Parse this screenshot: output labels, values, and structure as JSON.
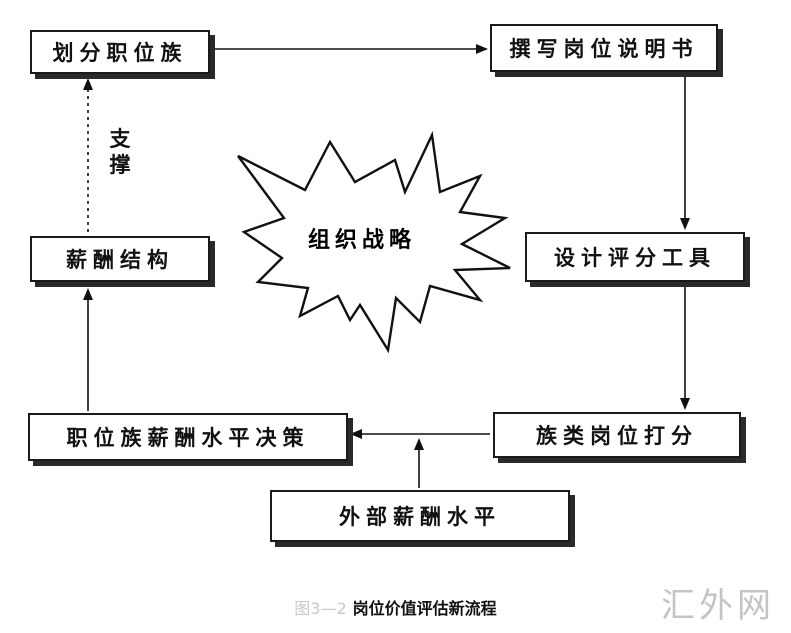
{
  "nodes": {
    "divide_families": "划分职位族",
    "write_descriptions": "撰写岗位说明书",
    "design_tools": "设计评分工具",
    "family_scoring": "族类岗位打分",
    "pay_level_decision": "职位族薪酬水平决策",
    "external_pay": "外部薪酬水平",
    "pay_structure": "薪酬结构"
  },
  "center": {
    "label": "组织战略"
  },
  "edge_labels": {
    "support_top": "支",
    "support_bottom": "撑"
  },
  "caption": {
    "figure_number": "图3—2",
    "title": "岗位价值评估新流程"
  },
  "watermark": {
    "text": "汇外网"
  },
  "colors": {
    "ink": "#111111",
    "shadow": "#2a2a2a",
    "watermark": "#c4c4c4"
  }
}
